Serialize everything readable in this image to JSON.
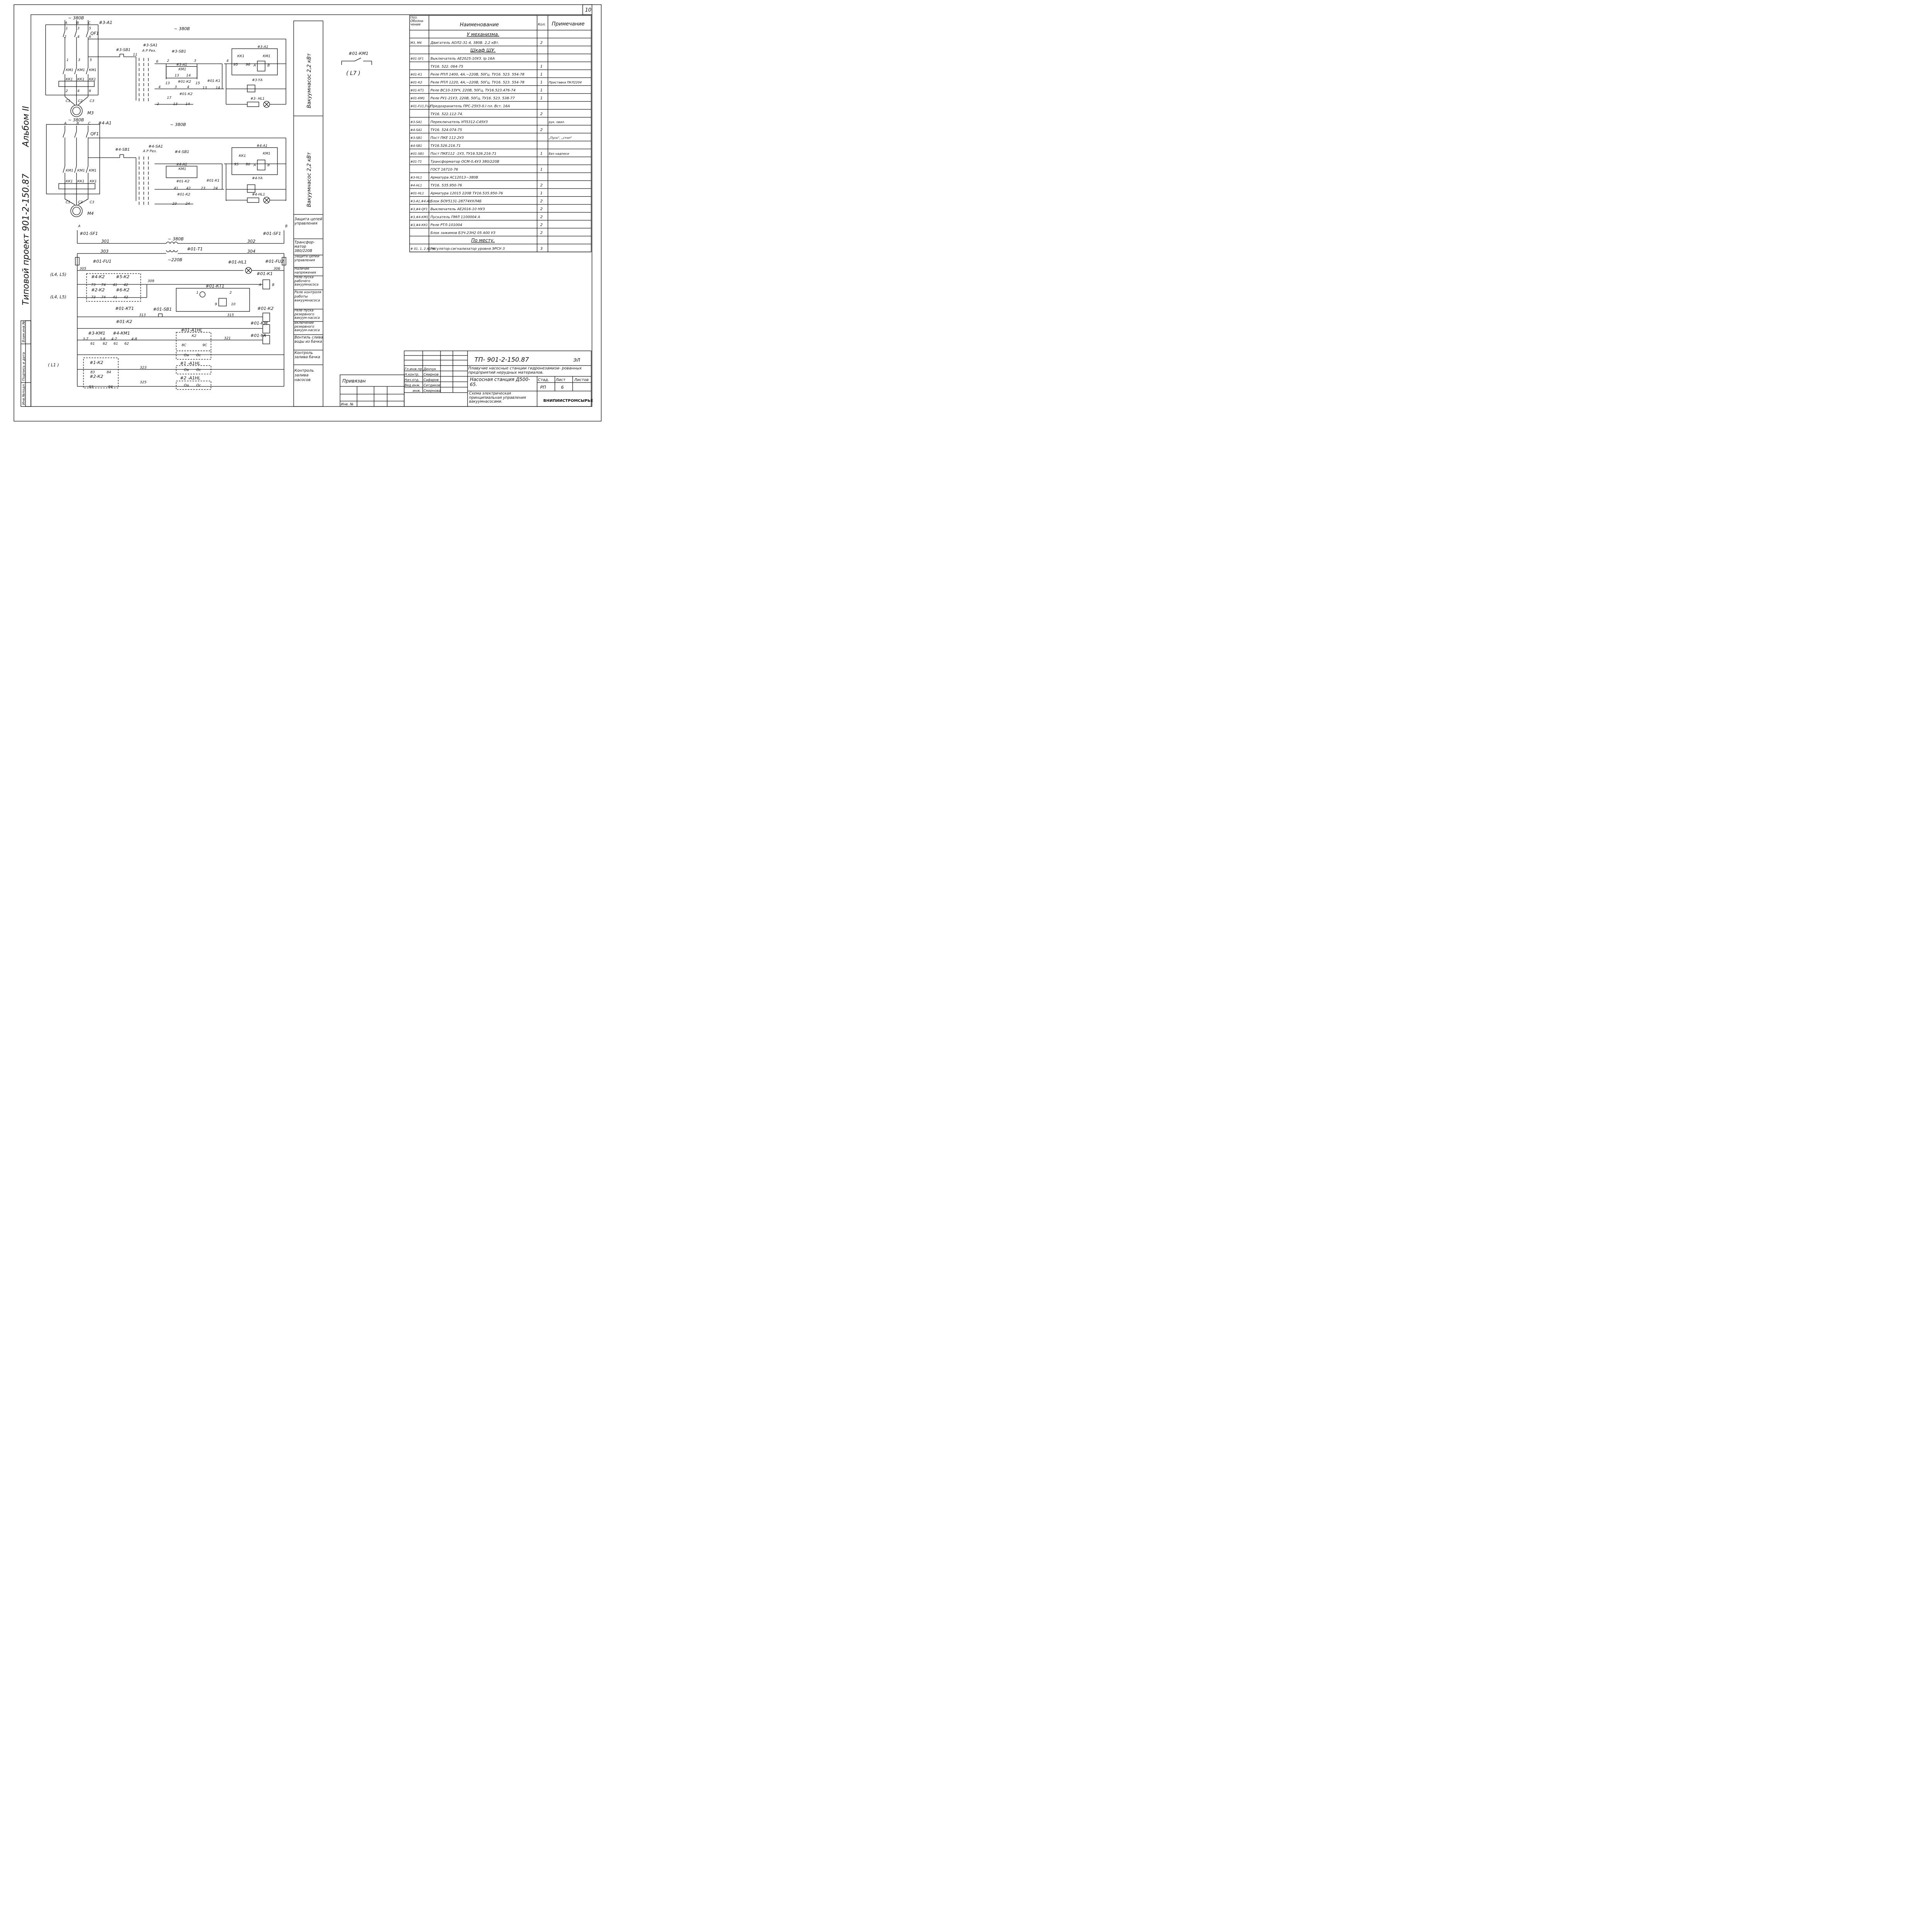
{
  "sheet_number": "10",
  "side": {
    "project": "Типовой проект  901-2-150.87",
    "album": "Альбом II",
    "stamp_cols": [
      "Инв.№подл.",
      "Подпись и дата",
      "Взам.инв.№"
    ]
  },
  "labels": {
    "v380": "~ 380В",
    "v220": "~220В",
    "phase_a": "А",
    "phase_b": "В",
    "phase_c": "С",
    "g3_a1": "#3-А1",
    "g4_a1": "#4-А1",
    "qf1": "QF1",
    "km1": "КМ1",
    "kk1": "КК1",
    "kk1_short": "КК1",
    "c1": "С1",
    "c2": "С2",
    "c3": "С3",
    "m3": "М3",
    "m4": "М4",
    "n1": "1",
    "n2": "2",
    "n3": "3",
    "n4": "4",
    "n5": "5",
    "n6": "6",
    "n9": "9",
    "n10": "10",
    "n11": "11",
    "n13": "13",
    "n14": "14",
    "n15": "15",
    "n17": "17",
    "n23": "23",
    "n24": "24",
    "n41": "41",
    "n42": "42",
    "n73": "73",
    "n74": "74",
    "n83": "83",
    "n84": "84",
    "n95": "95",
    "n96": "96",
    "g3_sb1": "#3-SB1",
    "g3_sa1": "#3-SA1",
    "g4_sb1": "#4-SB1",
    "g4_sa1": "#4-SA1",
    "apres": "А  Р  Рез.",
    "g3_a1_km1": "#3-А1",
    "g4_a1_km1": "#4-А1",
    "km1_coil": "КМ1",
    "g01_k2": "#01-К2",
    "g01_k1": "#01-К1",
    "g3_ya": "#3-YА",
    "g4_ya": "#4-YА",
    "g3_hl1": "#3- НL1",
    "g4_hl1": "#4-НL1",
    "coil_a": "А",
    "coil_b": "В",
    "g01_km1": "#01-КМ1",
    "l7": "( L7 )",
    "g01_sf1": "#01-SF1",
    "g01_t1": "#01-Т1",
    "w301": "301",
    "w302": "302",
    "w303": "303",
    "w304": "304",
    "w305": "305",
    "w306": "306",
    "w309": "309",
    "w313": "313",
    "w315": "315",
    "w321": "321",
    "w323": "323",
    "w325": "325",
    "g01_fu1": "#01-FU1",
    "g01_fu2": "#01-FU2",
    "g01_hl1": "#01-НL1",
    "g01_k1b": "#01-К1",
    "l4l5": "(L4, L5)",
    "l1": "( L1 )",
    "g4_k2": "#4-К2",
    "g5_k2": "#5-К2",
    "g2_k2": "#2-К2",
    "g6_k2": "#6-К2",
    "g01_kt1": "#01-КТ1",
    "g01_sb1": "#01-SB1",
    "g01_k2b": "#01-К2",
    "g01_km1b": "#01-КМ",
    "g01_ya": "#01-YА",
    "g3_km1": "#3-КМ1",
    "g4_km1": "#4-КМ1",
    "n3_7": "3-7",
    "n3_8": "3-8",
    "n4_7": "4-7",
    "n4_8": "4-8",
    "n61": "61",
    "n62": "62",
    "n53": "53",
    "n54": "54",
    "g01_a1hl": "#01-А1НL",
    "g1_a1hl": "#1 -А1НL",
    "g2_a1hl": "#2 -А1НL",
    "k2": "К2",
    "c8": "8С",
    "c9": "9С",
    "cOa": "Оа",
    "cOc": "Ос",
    "g1_k2": "#1-К2",
    "g2_k2b": "#2-К2"
  },
  "right_strip": [
    "Вакуумнасос  2,2 кВт",
    "Вакуумнасос  2,2 кВт",
    "Защита цепей управления",
    "Трансфор- матор 380/220В",
    "Защита цепей управления",
    "Наличие напряжения",
    "Реле пуска рабочего вакуумнасоса",
    "Реле контроля работы вакуумнасоса",
    "Реле пуска резервного вакуум-насоса",
    "Включение резервного вакуум-насоса",
    "Вентиль слива воды из бачка",
    "Контроль залива бачка",
    "Контроль залива насосов"
  ],
  "spec": {
    "headers": [
      "Поз. Обозна- чение",
      "Наименование",
      "Кол.",
      "Примечание"
    ],
    "rows": [
      {
        "pos": "",
        "name": "У механизма.",
        "qty": "",
        "note": "",
        "section": true
      },
      {
        "pos": "М3, М4",
        "name": "Двигатель  АОЛ2-31-4, 380В. 2,2 кВт.",
        "qty": "2",
        "note": ""
      },
      {
        "pos": "",
        "name": "Шкаф ШУ.",
        "qty": "",
        "note": "",
        "section": true
      },
      {
        "pos": "#01-SF1",
        "name": "Выключатель АЕ2025-10УЗ. Iр 16А",
        "qty": "",
        "note": ""
      },
      {
        "pos": "",
        "name": "ТУ16. 522. 064-75",
        "qty": "1",
        "note": ""
      },
      {
        "pos": "#01-К1",
        "name": "Реле РПЛ 1400, 4А.~220В, 50Гц. ТУ16. 523. 554-78",
        "qty": "1",
        "note": ""
      },
      {
        "pos": "#01-К2",
        "name": "Реле РПЛ 1220, 4А,~220В, 50Гц, ТУ16. 523. 554-78",
        "qty": "1",
        "note": "Приставка ПКЛ2204"
      },
      {
        "pos": "#01-КТ1",
        "name": "Реле ВС10-33УЧ, 220В, 50Гц, ТУ16.523.476-74",
        "qty": "1",
        "note": ""
      },
      {
        "pos": "#01-КМ1",
        "name": "Реле РУ1-21УЗ, 220В, 50Гц, ТУ16. 523. 538-77",
        "qty": "1",
        "note": ""
      },
      {
        "pos": "#01-FU1,FU2",
        "name": "Предохранитель ПРС-25УЗ-0.I пл. Вст. 16А",
        "qty": "",
        "note": ""
      },
      {
        "pos": "",
        "name": "ТУ16. 522.112-74.",
        "qty": "2",
        "note": ""
      },
      {
        "pos": "#3-SA1",
        "name": "Переключатель УП5312-С45УЗ",
        "qty": "",
        "note": "рук. овал."
      },
      {
        "pos": "#4-SA1",
        "name": "ТУ16. 524.074-75",
        "qty": "2",
        "note": ""
      },
      {
        "pos": "#3-SB1",
        "name": "Пост ПКЕ 112-2УЗ",
        "qty": "",
        "note": "„Пуск\", „стоп\""
      },
      {
        "pos": "#4-SB1",
        "name": "ТУ16.526.216.71",
        "qty": "",
        "note": ""
      },
      {
        "pos": "#01-SB1",
        "name": "Пост ПКЕ112 -1УЗ, ТУ16.526.216-71",
        "qty": "1",
        "note": "Без надписи"
      },
      {
        "pos": "#01-Т1",
        "name": "Трансформатор ОСМ-0,4УЗ  380/220В",
        "qty": "",
        "note": ""
      },
      {
        "pos": "",
        "name": "ГОСТ 16710-76",
        "qty": "1",
        "note": ""
      },
      {
        "pos": "#3-НL1",
        "name": "Арматура АС12013~380В",
        "qty": "",
        "note": ""
      },
      {
        "pos": "#4-НL1",
        "name": "ТУ16. 535.950-76",
        "qty": "2",
        "note": ""
      },
      {
        "pos": "#01-НL1",
        "name": "Арматура 12015  220В  ТУ16.535.950-76",
        "qty": "1",
        "note": ""
      },
      {
        "pos": "#3-А1,#4-А1",
        "name": "Блок БОУ5131-28774УХЛ4Б",
        "qty": "2",
        "note": ""
      },
      {
        "pos": "#3,#4-QF1",
        "name": "Выключатель  АЕ2016-10 НУЗ",
        "qty": "2",
        "note": ""
      },
      {
        "pos": "#3,#4-КМ1",
        "name": "Пускатель ПМЛ 1100004 А",
        "qty": "2",
        "note": ""
      },
      {
        "pos": "#3,#4-КК1",
        "name": "Реле РТЛ-101004",
        "qty": "2",
        "note": ""
      },
      {
        "pos": "",
        "name": "Блок зажимов Б3Ч-23Н2 05 А00 УЗ",
        "qty": "2",
        "note": ""
      },
      {
        "pos": "",
        "name": "По месту.",
        "qty": "",
        "note": "",
        "section": true
      },
      {
        "pos": "# 01, 1, 2 А1 НL",
        "name": "Регулятор-сигнализатор уровня ЭРСУ-3",
        "qty": "3",
        "note": ""
      }
    ]
  },
  "title_block": {
    "project_code": "ТП-  901-2-150.87",
    "stage_code": "ЭЛ",
    "description": "Плавучие насосные станции гидронезамизи- рованных предприятий нерудных материалов.",
    "station": "Насосная станция Д500-65.",
    "sheet_title": "Схема электрическая принципиальная управления вакуумнасосами.",
    "stage_headers": [
      "Стад.",
      "Лист",
      "Листов"
    ],
    "stage": "РП",
    "sheet": "6",
    "sheets": "",
    "org": "ВНИПИИСТРОМСЫРЬЕ",
    "privyazan": "Привязан",
    "inv": "Инв. №",
    "signers": [
      {
        "role": "Гл.инж.пр.",
        "name": "Денчук"
      },
      {
        "role": "Н.контр.",
        "name": "Смирнов"
      },
      {
        "role": "Нач.отд.",
        "name": "Сафаров"
      },
      {
        "role": "Вед.инж.",
        "name": "Ситдиков"
      },
      {
        "role": "инж.",
        "name": "Смирнова"
      }
    ]
  }
}
